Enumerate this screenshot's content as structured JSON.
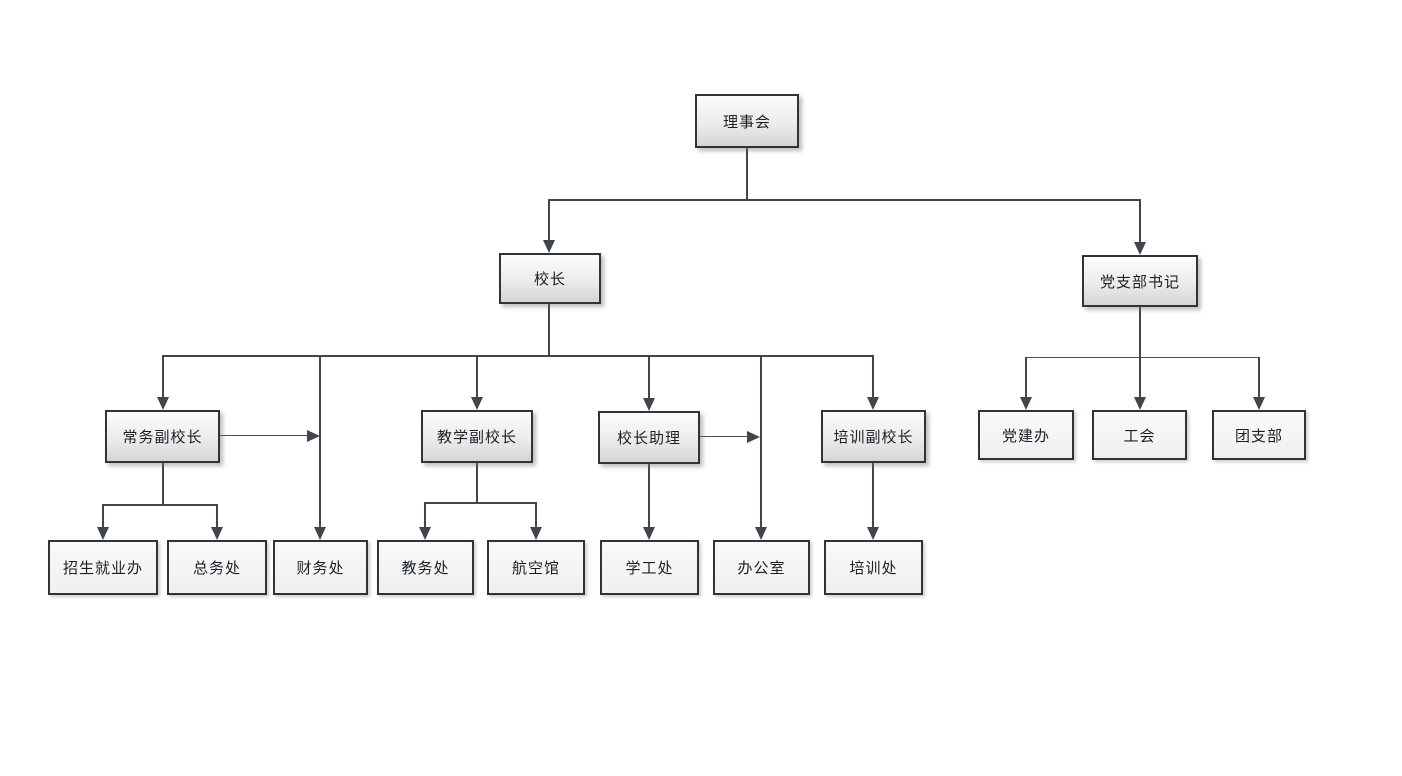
{
  "colors": {
    "background": "#ffffff",
    "line": "#41464c",
    "box_border": "#2f343b",
    "box_fill_top": "#fcfcfc",
    "box_fill_bottom": "#d5d5d5",
    "leaf_fill": "#f3f3f3",
    "text": "#1b2027"
  },
  "nodes": {
    "board": {
      "label": "理事会"
    },
    "principal": {
      "label": "校长"
    },
    "party_secretary": {
      "label": "党支部书记"
    },
    "exec_vice_principal": {
      "label": "常务副校长"
    },
    "teaching_vice_principal": {
      "label": "教学副校长"
    },
    "principal_assistant": {
      "label": "校长助理"
    },
    "training_vice_principal": {
      "label": "培训副校长"
    },
    "party_building_office": {
      "label": "党建办"
    },
    "labor_union": {
      "label": "工会"
    },
    "youth_league_branch": {
      "label": "团支部"
    },
    "admissions_employment_office": {
      "label": "招生就业办"
    },
    "general_affairs_office": {
      "label": "总务处"
    },
    "finance_office": {
      "label": "财务处"
    },
    "academic_affairs_office": {
      "label": "教务处"
    },
    "aviation_hall": {
      "label": "航空馆"
    },
    "student_affairs_office": {
      "label": "学工处"
    },
    "general_office": {
      "label": "办公室"
    },
    "training_office": {
      "label": "培训处"
    }
  },
  "edges": [
    {
      "from": "理事会",
      "to": "校长"
    },
    {
      "from": "理事会",
      "to": "党支部书记"
    },
    {
      "from": "校长",
      "to": "常务副校长"
    },
    {
      "from": "校长",
      "to": "教学副校长"
    },
    {
      "from": "校长",
      "to": "校长助理"
    },
    {
      "from": "校长",
      "to": "培训副校长"
    },
    {
      "from": "校长",
      "to": "财务处"
    },
    {
      "from": "校长",
      "to": "办公室"
    },
    {
      "from": "常务副校长",
      "to": "财务处"
    },
    {
      "from": "常务副校长",
      "to": "招生就业办"
    },
    {
      "from": "常务副校长",
      "to": "总务处"
    },
    {
      "from": "教学副校长",
      "to": "教务处"
    },
    {
      "from": "教学副校长",
      "to": "航空馆"
    },
    {
      "from": "校长助理",
      "to": "学工处"
    },
    {
      "from": "校长助理",
      "to": "办公室"
    },
    {
      "from": "培训副校长",
      "to": "培训处"
    },
    {
      "from": "党支部书记",
      "to": "党建办"
    },
    {
      "from": "党支部书记",
      "to": "工会"
    },
    {
      "from": "党支部书记",
      "to": "团支部"
    }
  ]
}
